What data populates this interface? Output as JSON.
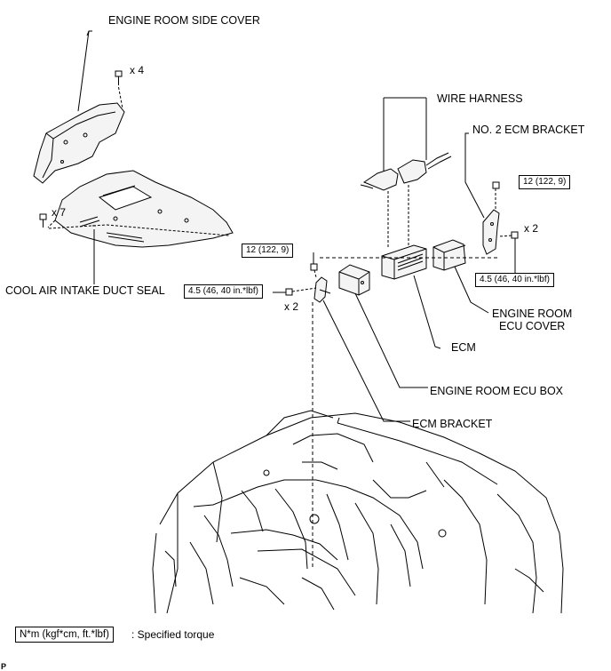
{
  "labels": {
    "engine_room_side_cover": "ENGINE ROOM SIDE COVER",
    "wire_harness": "WIRE HARNESS",
    "no2_ecm_bracket": "NO. 2 ECM BRACKET",
    "cool_air_intake_duct_seal": "COOL AIR INTAKE DUCT SEAL",
    "engine_room_ecu_cover_line1": "ENGINE ROOM",
    "engine_room_ecu_cover_line2": "ECU COVER",
    "ecm": "ECM",
    "engine_room_ecu_box": "ENGINE ROOM ECU BOX",
    "ecm_bracket": "ECM BRACKET"
  },
  "quantities": {
    "side_cover_bolts": "x 4",
    "duct_seal_clips": "x 7",
    "ecm_bracket_bolts": "x 2",
    "no2_bracket_bolts": "x 2"
  },
  "torques": {
    "nut_left": "12 (122, 9)",
    "nut_right": "12 (122, 9)",
    "bolt_left": "4.5 (46, 40 in.*lbf)",
    "bolt_right": "4.5 (46, 40 in.*lbf)"
  },
  "legend": {
    "unit": "N*m (kgf*cm, ft.*lbf)",
    "description": ": Specified torque"
  },
  "page_mark": "P",
  "colors": {
    "line": "#000000",
    "background": "#ffffff"
  }
}
